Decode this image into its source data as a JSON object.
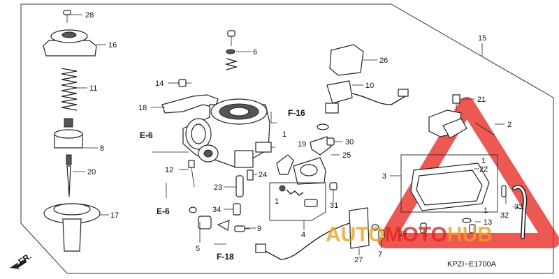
{
  "diagram_code": "KPZI−E1700A",
  "front_arrow_label": "FR.",
  "watermark": {
    "brand_auto": "AUTO",
    "brand_moto": "MOTO",
    "brand_hub": "HUB",
    "color_red": "#e8201a",
    "color_orange": "#f0a020"
  },
  "refs": {
    "f16": "F-16",
    "f18": "F-18",
    "e6_top": "E-6",
    "e6_bottom": "E-6"
  },
  "parts": {
    "p1a": "1",
    "p1b": "1",
    "p1c": "1",
    "p1d": "1",
    "p2": "2",
    "p3": "3",
    "p4": "4",
    "p5": "5",
    "p6": "6",
    "p7": "7",
    "p8": "8",
    "p9": "9",
    "p10": "10",
    "p11": "11",
    "p12": "12",
    "p13": "13",
    "p14": "14",
    "p15": "15",
    "p16": "16",
    "p17": "17",
    "p18": "18",
    "p19": "19",
    "p20": "20",
    "p21": "21",
    "p22": "22",
    "p23": "23",
    "p24": "24",
    "p25": "25",
    "p26": "26",
    "p27": "27",
    "p28": "28",
    "p29": "29",
    "p30": "30",
    "p31": "31",
    "p32": "32",
    "p33": "33",
    "p34": "34"
  }
}
